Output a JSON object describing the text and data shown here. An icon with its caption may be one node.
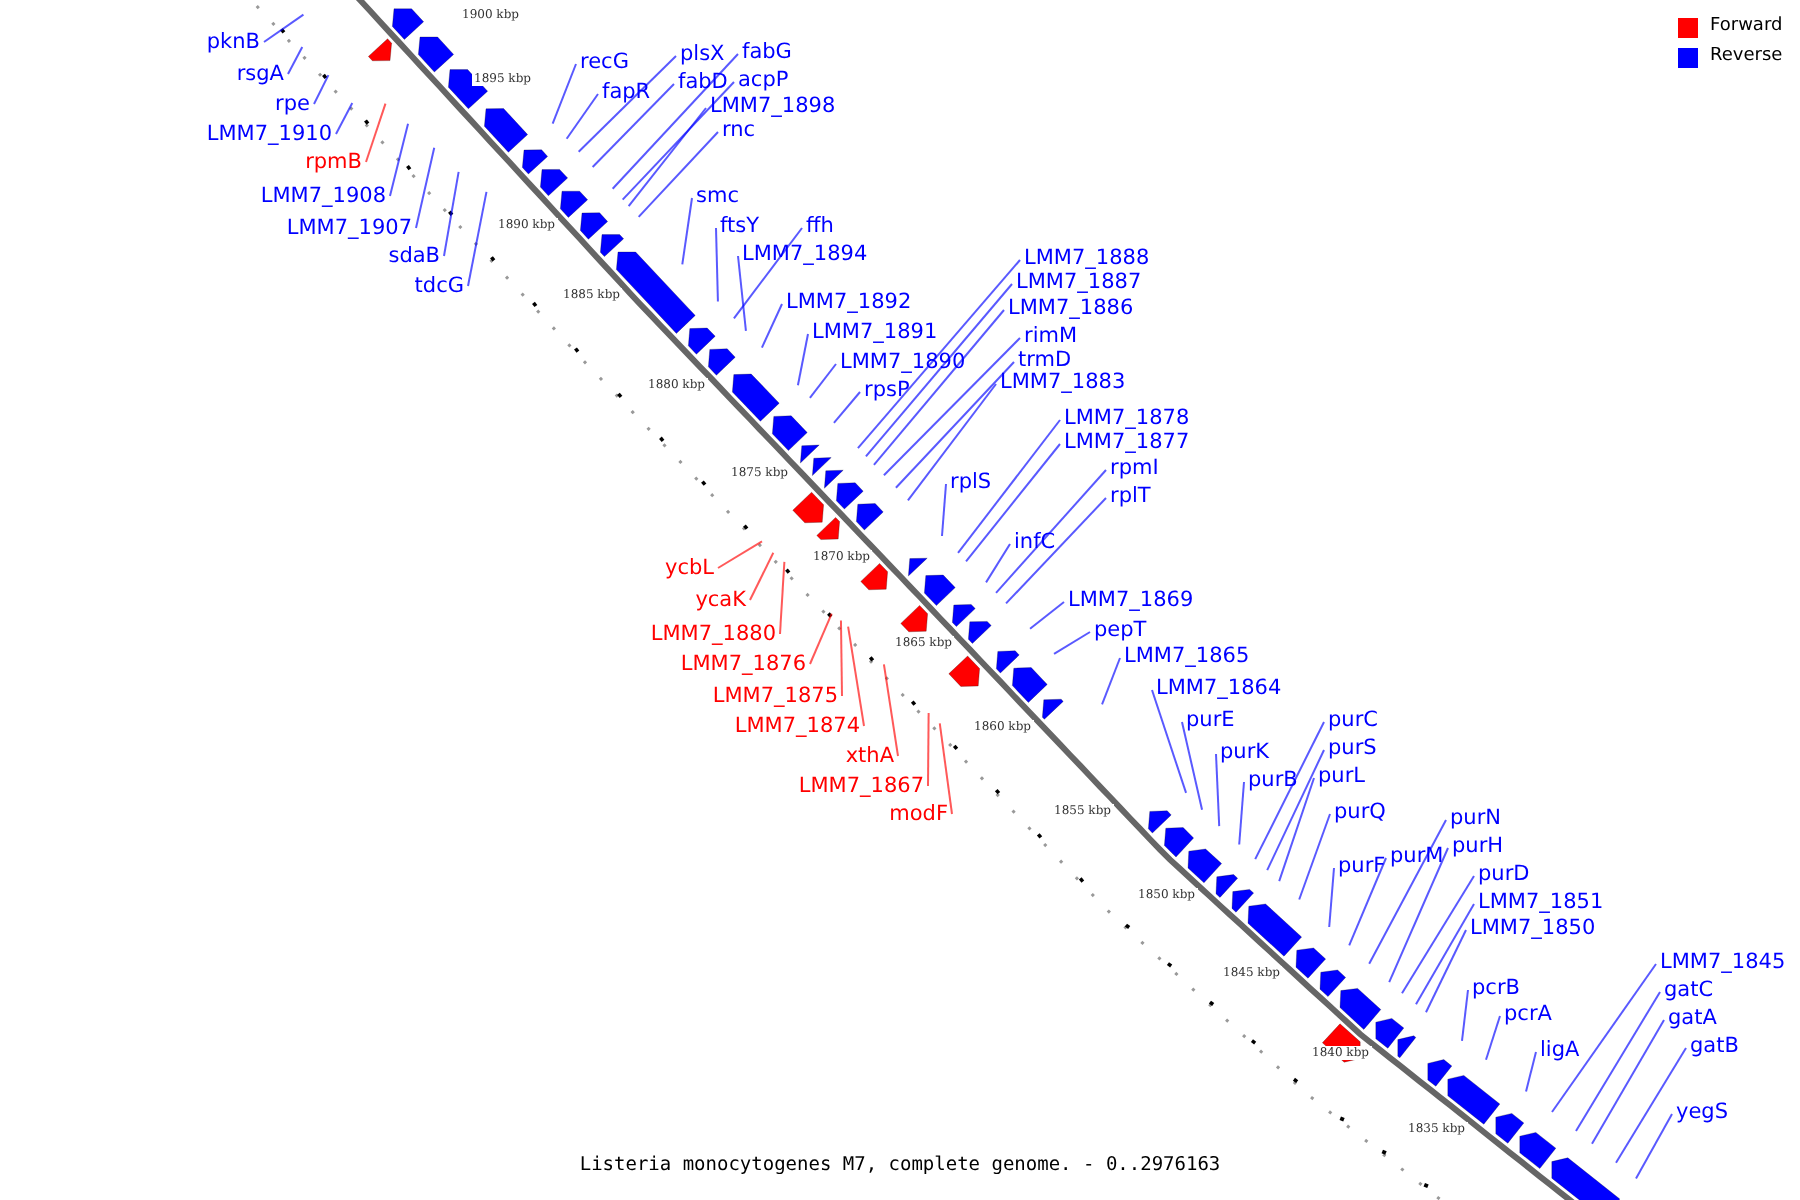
{
  "diagram": {
    "caption": "Listeria monocytogenes M7, complete genome. - 0..2976163",
    "nodes": [
      {
        "text": [
          "pknB"
        ]
      },
      {
        "text": [
          "rsgA"
        ]
      },
      {
        "text": [
          "rpe"
        ]
      },
      {
        "text": [
          "LMM7_1910"
        ]
      },
      {
        "text": [
          "rpmB"
        ]
      },
      {
        "text": [
          "LMM7_1908"
        ]
      },
      {
        "text": [
          "LMM7_1907"
        ]
      },
      {
        "text": [
          "sdaB"
        ]
      },
      {
        "text": [
          "tdcG"
        ]
      },
      {
        "text": [
          "recG"
        ]
      },
      {
        "text": [
          "plsX"
        ]
      },
      {
        "text": [
          "fabG"
        ]
      },
      {
        "text": [
          "fapR"
        ]
      },
      {
        "text": [
          "fabD"
        ]
      },
      {
        "text": [
          "acpP"
        ]
      },
      {
        "text": [
          "LMM7_1898"
        ]
      },
      {
        "text": [
          "rnc"
        ]
      },
      {
        "text": [
          "smc"
        ]
      },
      {
        "text": [
          "ftsY"
        ]
      },
      {
        "text": [
          "ffh"
        ]
      },
      {
        "text": [
          "LMM7_1894"
        ]
      },
      {
        "text": [
          "LMM7_1892"
        ]
      },
      {
        "text": [
          "LMM7_1891"
        ]
      },
      {
        "text": [
          "LMM7_1890"
        ]
      },
      {
        "text": [
          "rpsP"
        ]
      },
      {
        "text": [
          "LMM7_1888"
        ]
      },
      {
        "text": [
          "LMM7_1887"
        ]
      },
      {
        "text": [
          "LMM7_1886"
        ]
      },
      {
        "text": [
          "rimM"
        ]
      },
      {
        "text": [
          "trmD"
        ]
      },
      {
        "text": [
          "LMM7_1883"
        ]
      },
      {
        "text": [
          "LMM7_1878"
        ]
      },
      {
        "text": [
          "LMM7_1877"
        ]
      },
      {
        "text": [
          "rplS"
        ]
      },
      {
        "text": [
          "rpmI"
        ]
      },
      {
        "text": [
          "rplT"
        ]
      },
      {
        "text": [
          "infC"
        ]
      },
      {
        "text": [
          "ycbL"
        ]
      },
      {
        "text": [
          "ycaK"
        ]
      },
      {
        "text": [
          "LMM7_1880"
        ]
      },
      {
        "text": [
          "LMM7_1869"
        ]
      },
      {
        "text": [
          "pepT"
        ]
      },
      {
        "text": [
          "LMM7_1876"
        ]
      },
      {
        "text": [
          "LMM7_1875"
        ]
      },
      {
        "text": [
          "LMM7_1865"
        ]
      },
      {
        "text": [
          "LMM7_1874"
        ]
      },
      {
        "text": [
          "LMM7_1864"
        ]
      },
      {
        "text": [
          "xthA"
        ]
      },
      {
        "text": [
          "purE"
        ]
      },
      {
        "text": [
          "LMM7_1867"
        ]
      },
      {
        "text": [
          "purC"
        ]
      },
      {
        "text": [
          "purS"
        ]
      },
      {
        "text": [
          "purK"
        ]
      },
      {
        "text": [
          "modF"
        ]
      },
      {
        "text": [
          "purL"
        ]
      },
      {
        "text": [
          "purB"
        ]
      },
      {
        "text": [
          "purQ"
        ]
      },
      {
        "text": [
          "purN"
        ]
      },
      {
        "text": [
          "purH"
        ]
      },
      {
        "text": [
          "purM"
        ]
      },
      {
        "text": [
          "purF"
        ]
      },
      {
        "text": [
          "purD"
        ]
      },
      {
        "text": [
          "LMM7_1851"
        ]
      },
      {
        "text": [
          "LMM7_1850"
        ]
      },
      {
        "text": [
          "LMM7_1845"
        ]
      },
      {
        "text": [
          "gatC"
        ]
      },
      {
        "text": [
          "pcrB"
        ]
      },
      {
        "text": [
          "gatA"
        ]
      },
      {
        "text": [
          "pcrA"
        ]
      },
      {
        "text": [
          "gatB"
        ]
      },
      {
        "text": [
          "ligA"
        ]
      },
      {
        "text": [
          "yegS"
        ]
      }
    ],
    "edges": [
      {
        "from": 0,
        "to": null,
        "arrow": "none"
      },
      {
        "from": 1,
        "to": null,
        "arrow": "none"
      },
      {
        "from": 2,
        "to": null,
        "arrow": "none"
      },
      {
        "from": 3,
        "to": null,
        "arrow": "none"
      },
      {
        "from": 4,
        "to": null,
        "arrow": "none",
        "color": "#ff0000"
      },
      {
        "from": 5,
        "to": null,
        "arrow": "none"
      },
      {
        "from": 6,
        "to": null,
        "arrow": "none"
      },
      {
        "from": 7,
        "to": null,
        "arrow": "none"
      },
      {
        "from": 8,
        "to": null,
        "arrow": "none"
      },
      {
        "from": 9,
        "to": null,
        "arrow": "none"
      },
      {
        "from": 10,
        "to": null,
        "arrow": "none"
      },
      {
        "from": 11,
        "to": null,
        "arrow": "none"
      },
      {
        "from": 12,
        "to": null,
        "arrow": "none"
      },
      {
        "from": 13,
        "to": null,
        "arrow": "none"
      },
      {
        "from": 14,
        "to": null,
        "arrow": "none"
      },
      {
        "from": 15,
        "to": null,
        "arrow": "none"
      },
      {
        "from": 16,
        "to": null,
        "arrow": "none"
      },
      {
        "from": 17,
        "to": null,
        "arrow": "none"
      },
      {
        "from": 18,
        "to": null,
        "arrow": "none"
      },
      {
        "from": 19,
        "to": null,
        "arrow": "none"
      },
      {
        "from": 20,
        "to": null,
        "arrow": "none"
      },
      {
        "from": 21,
        "to": null,
        "arrow": "none"
      },
      {
        "from": 22,
        "to": null,
        "arrow": "none"
      },
      {
        "from": 23,
        "to": null,
        "arrow": "none"
      },
      {
        "from": 24,
        "to": null,
        "arrow": "none"
      },
      {
        "from": 25,
        "to": null,
        "arrow": "none"
      },
      {
        "from": 26,
        "to": null,
        "arrow": "none"
      },
      {
        "from": 27,
        "to": null,
        "arrow": "none"
      },
      {
        "from": 28,
        "to": null,
        "arrow": "none"
      },
      {
        "from": 29,
        "to": null,
        "arrow": "none"
      },
      {
        "from": 30,
        "to": null,
        "arrow": "none"
      },
      {
        "from": 31,
        "to": null,
        "arrow": "none"
      },
      {
        "from": 32,
        "to": null,
        "arrow": "none"
      },
      {
        "from": 33,
        "to": null,
        "arrow": "none"
      },
      {
        "from": 34,
        "to": null,
        "arrow": "none"
      },
      {
        "from": 35,
        "to": null,
        "arrow": "none"
      },
      {
        "from": 36,
        "to": null,
        "arrow": "none"
      },
      {
        "from": 37,
        "to": null,
        "arrow": "none",
        "color": "#ff0000"
      },
      {
        "from": 38,
        "to": null,
        "arrow": "none",
        "color": "#ff0000"
      },
      {
        "from": 39,
        "to": null,
        "arrow": "none",
        "color": "#ff0000"
      },
      {
        "from": 40,
        "to": null,
        "arrow": "none"
      },
      {
        "from": 41,
        "to": null,
        "arrow": "none"
      },
      {
        "from": 42,
        "to": null,
        "arrow": "none",
        "color": "#ff0000"
      },
      {
        "from": 43,
        "to": null,
        "arrow": "none",
        "color": "#ff0000"
      },
      {
        "from": 44,
        "to": null,
        "arrow": "none"
      },
      {
        "from": 45,
        "to": null,
        "arrow": "none",
        "color": "#ff0000"
      },
      {
        "from": 46,
        "to": null,
        "arrow": "none"
      },
      {
        "from": 47,
        "to": null,
        "arrow": "none",
        "color": "#ff0000"
      },
      {
        "from": 48,
        "to": null,
        "arrow": "none"
      },
      {
        "from": 49,
        "to": null,
        "arrow": "none",
        "color": "#ff0000"
      },
      {
        "from": 50,
        "to": null,
        "arrow": "none"
      },
      {
        "from": 51,
        "to": null,
        "arrow": "none"
      },
      {
        "from": 52,
        "to": null,
        "arrow": "none"
      },
      {
        "from": 53,
        "to": null,
        "arrow": "none",
        "color": "#ff0000"
      },
      {
        "from": 54,
        "to": null,
        "arrow": "none"
      },
      {
        "from": 55,
        "to": null,
        "arrow": "none"
      },
      {
        "from": 56,
        "to": null,
        "arrow": "none"
      },
      {
        "from": 57,
        "to": null,
        "arrow": "none"
      },
      {
        "from": 58,
        "to": null,
        "arrow": "none"
      },
      {
        "from": 59,
        "to": null,
        "arrow": "none"
      },
      {
        "from": 60,
        "to": null,
        "arrow": "none"
      },
      {
        "from": 61,
        "to": null,
        "arrow": "none"
      },
      {
        "from": 62,
        "to": null,
        "arrow": "none"
      },
      {
        "from": 63,
        "to": null,
        "arrow": "none"
      },
      {
        "from": 64,
        "to": null,
        "arrow": "none"
      },
      {
        "from": 65,
        "to": null,
        "arrow": "none"
      },
      {
        "from": 66,
        "to": null,
        "arrow": "none"
      },
      {
        "from": 67,
        "to": null,
        "arrow": "none"
      },
      {
        "from": 68,
        "to": null,
        "arrow": "none"
      },
      {
        "from": 69,
        "to": null,
        "arrow": "none"
      },
      {
        "from": 70,
        "to": null,
        "arrow": "none"
      },
      {
        "from": 71,
        "to": null,
        "arrow": "none"
      }
    ],
    "labels": [
      "1900 kbp",
      "1895 kbp",
      "1890 kbp",
      "1885 kbp",
      "1880 kbp",
      "1875 kbp",
      "1870 kbp",
      "1865 kbp",
      "1860 kbp",
      "1855 kbp",
      "1850 kbp",
      "1845 kbp",
      "1840 kbp",
      "1835 kbp"
    ],
    "legend": [
      {
        "text": "Forward",
        "color": "#ff0000"
      },
      {
        "text": "Reverse",
        "color": "#0000ff"
      }
    ]
  }
}
